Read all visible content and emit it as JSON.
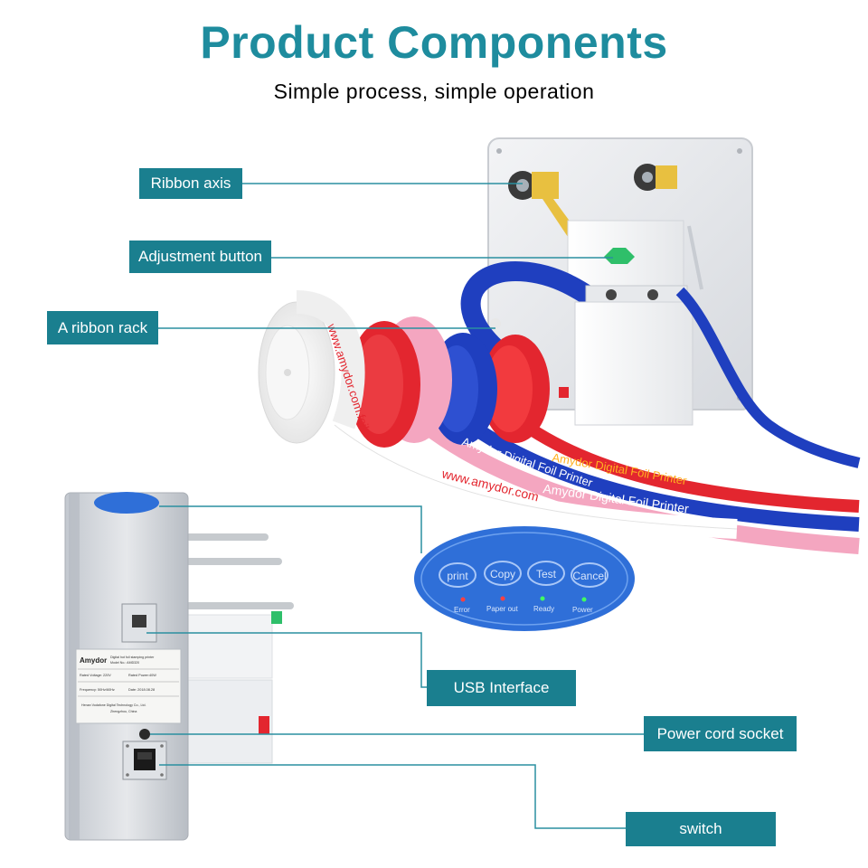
{
  "header": {
    "title": "Product Components",
    "subtitle": "Simple process, simple operation"
  },
  "labels": {
    "ribbon_axis": "Ribbon axis",
    "adjustment_button": "Adjustment button",
    "ribbon_rack": "A ribbon rack",
    "usb_interface": "USB Interface",
    "power_cord_socket": "Power cord socket",
    "switch": "switch"
  },
  "ribbons": {
    "white_text": "www.amydor.com",
    "red_text": "Amydor Digital Foil Printer",
    "pink_text": "Amydor Digital Foil Printer",
    "blue_text": "Amydor Digital Foil Printer",
    "roll_text": "www.amydor.com.foil"
  },
  "control_panel": {
    "buttons": [
      "print",
      "Copy",
      "Test",
      "Cancel"
    ],
    "indicators": [
      "Error",
      "Paper out",
      "Ready",
      "Power"
    ]
  },
  "nameplate": {
    "brand": "Amydor",
    "product_line1": "Digital hot foil stamping printer",
    "product_line2": "Model No.: AMD320",
    "rated_voltage": "Rated Voltage: 220V",
    "rated_power": "Rated Power:40W",
    "frequency": "Frequency: 50Hz/60Hz",
    "date": "Date: 2018.08.28",
    "maker_line1": "Henan Vodafone Digital Technology Co., Ltd.",
    "maker_line2": "Zhengzhou, China"
  },
  "colors": {
    "title": "#1e8c9e",
    "tag_bg": "#1a7f8f",
    "leader_line": "#2a8fa0",
    "ribbon_blue": "#1f3fbf",
    "ribbon_red": "#e3262f",
    "ribbon_pink": "#f4a6c0",
    "panel_blue": "#2f6fd8"
  }
}
